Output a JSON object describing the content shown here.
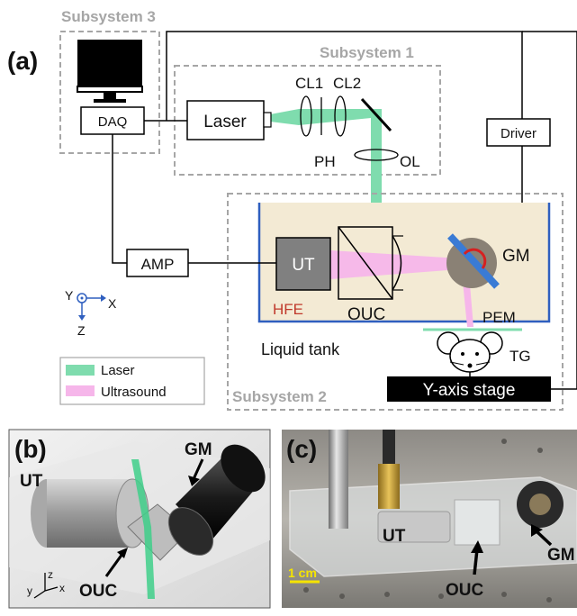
{
  "panel_a": {
    "letter": "(a)",
    "subsystem1": "Subsystem 1",
    "subsystem2": "Subsystem 2",
    "subsystem3": "Subsystem 3",
    "daq": "DAQ",
    "laser_box": "Laser",
    "cl1": "CL1",
    "cl2": "CL2",
    "ph": "PH",
    "ol": "OL",
    "driver": "Driver",
    "amp": "AMP",
    "ut": "UT",
    "gm": "GM",
    "hfe": "HFE",
    "ouc": "OUC",
    "pem": "PEM",
    "tg": "TG",
    "liquid_tank": "Liquid tank",
    "stage": "Y-axis stage",
    "axis_y": "Y",
    "axis_x": "X",
    "axis_z": "Z",
    "legend_laser": "Laser",
    "legend_ultrasound": "Ultrasound",
    "colors": {
      "laser": "#7fdcae",
      "ultrasound": "#f6b6ea",
      "tank_fill": "#f3ead4",
      "tank_wall": "#2f5fbf",
      "hfe_text": "#c0392b",
      "gm_mirror": "#3a7bd5"
    }
  },
  "panel_b": {
    "letter": "(b)",
    "ut": "UT",
    "gm": "GM",
    "ouc": "OUC",
    "axis_x": "x",
    "axis_y": "y",
    "axis_z": "z"
  },
  "panel_c": {
    "letter": "(c)",
    "ut": "UT",
    "ouc": "OUC",
    "gm": "GM",
    "scale": "1 cm"
  }
}
